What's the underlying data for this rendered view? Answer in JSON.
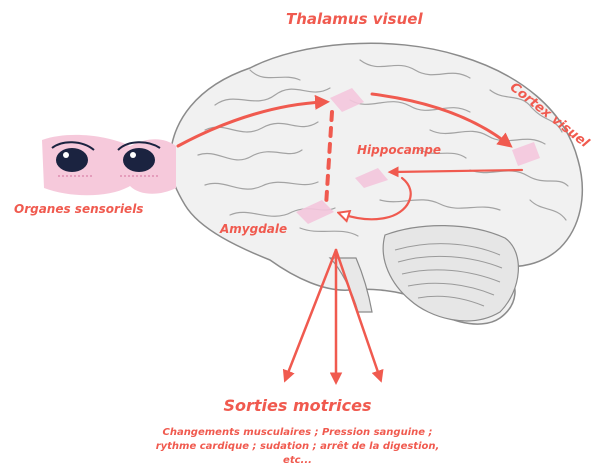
{
  "labels": {
    "thalamus": "Thalamus visuel",
    "cortex": "Cortex visuel",
    "hippocampe": "Hippocampe",
    "amygdale": "Amygdale",
    "organes": "Organes sensoriels",
    "sorties": "Sorties motrices",
    "description": "Changements musculaires ; Pression sanguine ; rythme cardique ; sudation ; arrêt de la digestion, etc..."
  },
  "colors": {
    "accent": "#f05a4f",
    "region": "#f4c6dd",
    "brain_fill": "#f1f1f1",
    "brain_line": "#8b8b8b",
    "eye_band": "#f6c9db",
    "pupil": "#1b2340"
  }
}
